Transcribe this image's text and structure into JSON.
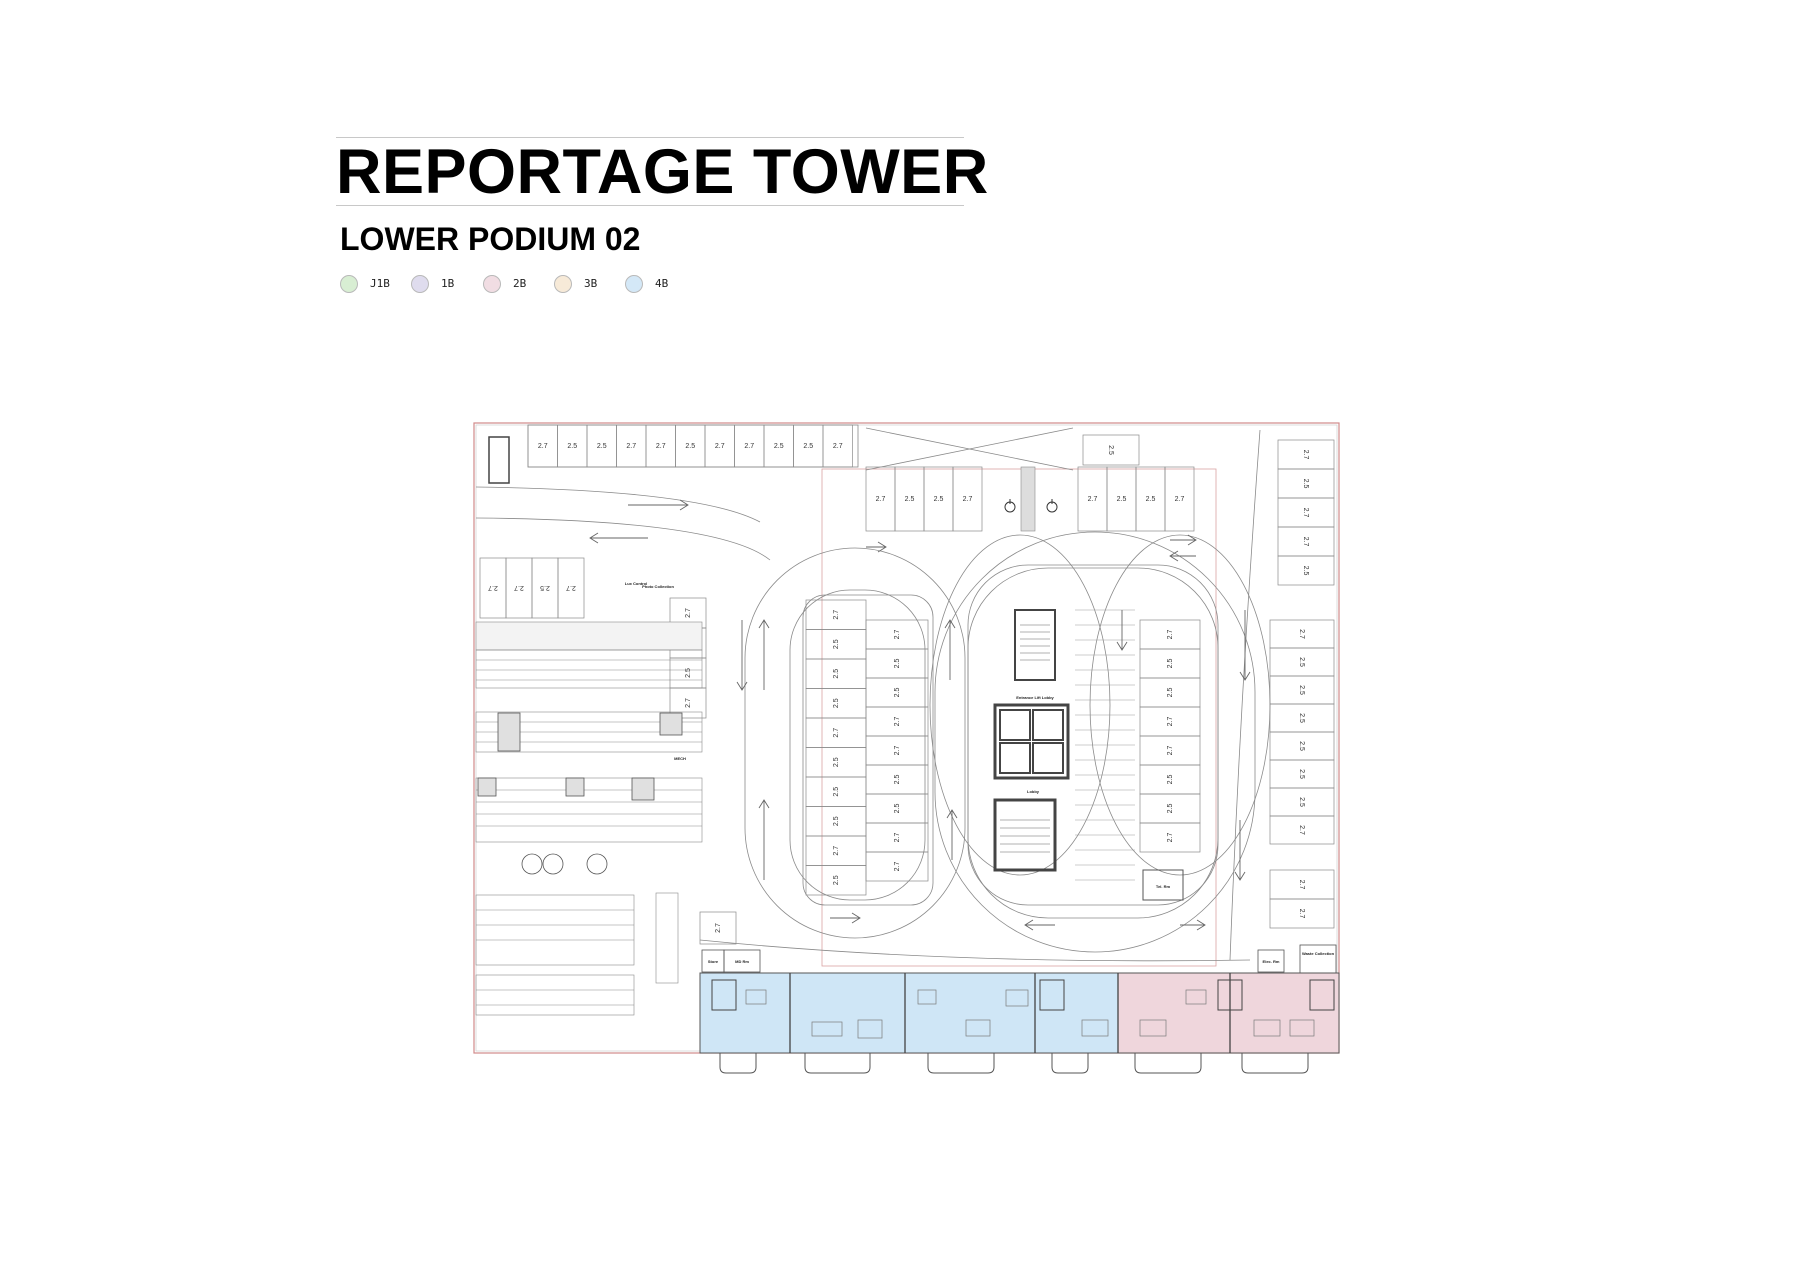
{
  "header": {
    "title": "REPORTAGE TOWER",
    "subtitle": "LOWER PODIUM 02"
  },
  "legend": [
    {
      "label": "J1B",
      "color": "#d8eed3"
    },
    {
      "label": "1B",
      "color": "#dfdcee"
    },
    {
      "label": "2B",
      "color": "#f1dde3"
    },
    {
      "label": "3B",
      "color": "#f7ead8"
    },
    {
      "label": "4B",
      "color": "#d4e8f7"
    }
  ],
  "colors": {
    "outline": "#d08a8a",
    "linework": "#7a7a7a",
    "unit_4b": "#cfe6f6",
    "unit_2b": "#efd6dc",
    "core": "#4a4a4a"
  },
  "plan": {
    "parking_top_row": [
      "2.7",
      "2.5",
      "2.5",
      "2.7",
      "2.7",
      "2.5",
      "2.7",
      "2.7",
      "2.5",
      "2.5",
      "2.7"
    ],
    "parking_top_inner_left": [
      "2.7",
      "2.5",
      "2.5",
      "2.7"
    ],
    "parking_top_inner_right": [
      "2.7",
      "2.5",
      "2.5",
      "2.7"
    ],
    "parking_top_right": [
      "2.5"
    ],
    "parking_right_upper": [
      "2.7",
      "2.5",
      "2.7",
      "2.7",
      "2.5"
    ],
    "parking_right_lower": [
      "2.7",
      "2.5",
      "2.5",
      "2.5",
      "2.5",
      "2.5",
      "2.5",
      "2.7"
    ],
    "parking_right_bottom": [
      "2.7",
      "2.7"
    ],
    "parking_left_top": [
      "2.7",
      "2.7",
      "2.5",
      "2.7"
    ],
    "parking_left_side": [
      "2.7",
      "2.7",
      "2.5",
      "2.7"
    ],
    "parking_left_bottom": [
      "2.7"
    ],
    "island_left_col": [
      "2.7",
      "2.5",
      "2.5",
      "2.5",
      "2.7",
      "2.5",
      "2.5",
      "2.5",
      "2.7",
      "2.5"
    ],
    "island_right_col": [
      "2.7",
      "2.5",
      "2.5",
      "2.7",
      "2.7",
      "2.5",
      "2.5",
      "2.7",
      "2.7"
    ],
    "core_right_col": [
      "2.7",
      "2.5",
      "2.5",
      "2.7",
      "2.7",
      "2.5",
      "2.5",
      "2.7"
    ],
    "room_labels": {
      "photo_collection": "Photo Collection",
      "lux_control": "Lux Control",
      "entrance_lift_lobby": "Entrance Lift Lobby",
      "lobby": "Lobby",
      "tel_rm": "Tel. Rm",
      "waste_collection": "Waste Collection",
      "elec_rm": "Elec. Rm",
      "store": "Store",
      "md_rm": "MD Rm",
      "mech": "MECH"
    }
  }
}
